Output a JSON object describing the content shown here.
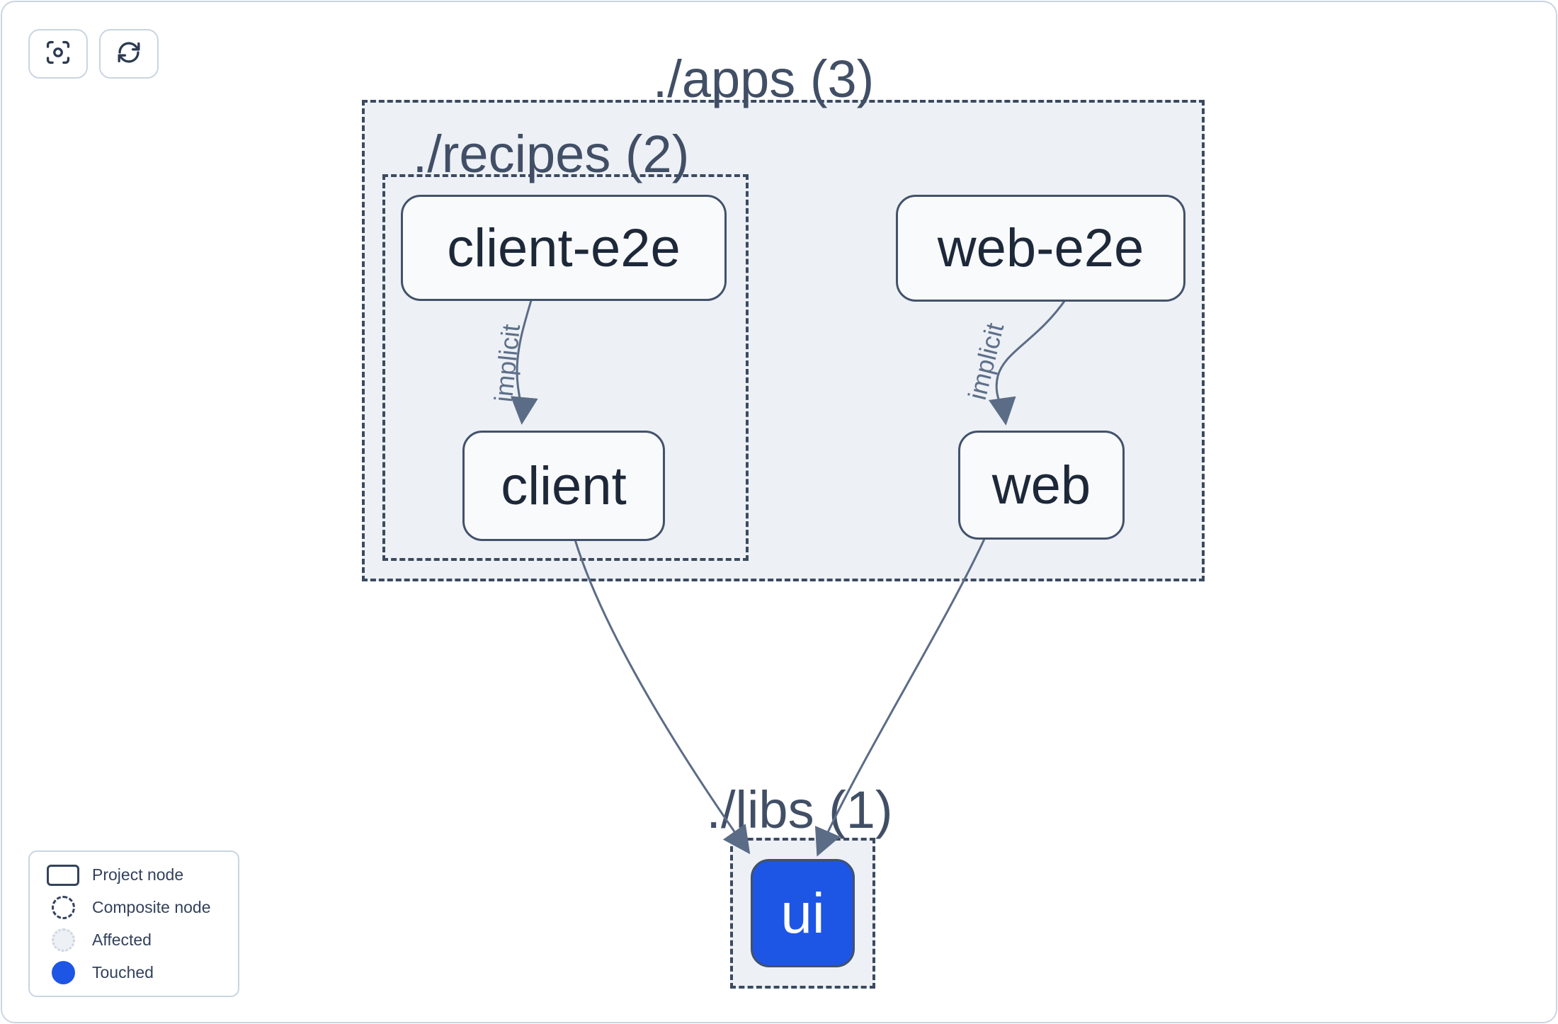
{
  "toolbar": {
    "buttons": [
      {
        "icon": "viewfinder-center-icon"
      },
      {
        "icon": "refresh-icon"
      }
    ]
  },
  "graph": {
    "containers": [
      {
        "id": "apps",
        "label": "./apps (3)"
      },
      {
        "id": "recipes",
        "label": "./recipes (2)"
      },
      {
        "id": "libs",
        "label": "./libs (1)"
      }
    ],
    "nodes": [
      {
        "id": "client-e2e",
        "label": "client-e2e",
        "state": "default"
      },
      {
        "id": "web-e2e",
        "label": "web-e2e",
        "state": "default"
      },
      {
        "id": "client",
        "label": "client",
        "state": "default"
      },
      {
        "id": "web",
        "label": "web",
        "state": "default"
      },
      {
        "id": "ui",
        "label": "ui",
        "state": "touched"
      }
    ],
    "edges": [
      {
        "from": "client-e2e",
        "to": "client",
        "label": "implicit"
      },
      {
        "from": "web-e2e",
        "to": "web",
        "label": "implicit"
      },
      {
        "from": "client",
        "to": "ui",
        "label": ""
      },
      {
        "from": "web",
        "to": "ui",
        "label": ""
      }
    ]
  },
  "legend": {
    "items": [
      {
        "label": "Project node",
        "swatch": "project-node-swatch"
      },
      {
        "label": "Composite node",
        "swatch": "composite-node-swatch"
      },
      {
        "label": "Affected",
        "swatch": "affected-swatch"
      },
      {
        "label": "Touched",
        "swatch": "touched-swatch"
      }
    ]
  },
  "colors": {
    "touched_blue": "#1d55e5",
    "edge": "#5b6c86",
    "container_fill": "#edf0f5",
    "dashed_border": "#3b4a60",
    "node_border": "#42526b",
    "node_fill": "#f9fafc",
    "node_text": "#1d2839",
    "title_text": "#414f66",
    "panel_border": "#c9d5e2"
  }
}
